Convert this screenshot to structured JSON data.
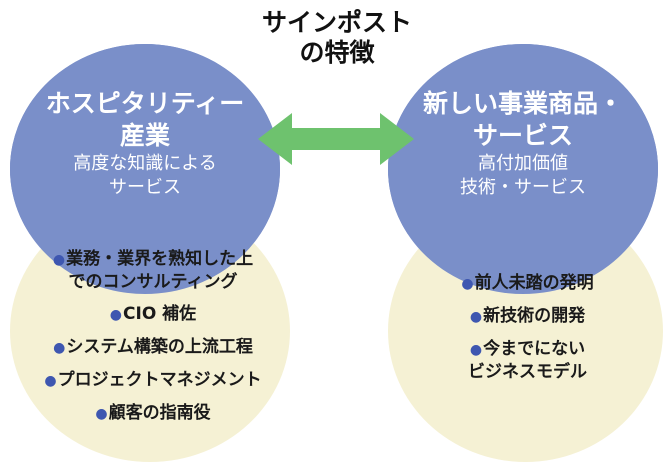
{
  "title": {
    "line1": "サインポスト",
    "line2": "の特徴"
  },
  "left": {
    "heading_line1": "ホスピタリティー",
    "heading_line2": "産業",
    "sub_line1": "高度な知識による",
    "sub_line2": "サービス",
    "items": [
      {
        "lines": [
          "業務・業界を熟知した上",
          "でのコンサルティング"
        ]
      },
      {
        "lines": [
          "CIO 補佐"
        ]
      },
      {
        "lines": [
          "システム構築の上流工程"
        ]
      },
      {
        "lines": [
          "プロジェクトマネジメント"
        ]
      },
      {
        "lines": [
          "顧客の指南役"
        ]
      }
    ]
  },
  "right": {
    "heading_line1": "新しい事業商品・",
    "heading_line2": "サービス",
    "sub_line1": "高付加価値",
    "sub_line2": "技術・サービス",
    "items": [
      {
        "lines": [
          "前人未踏の発明"
        ]
      },
      {
        "lines": [
          "新技術の開発"
        ]
      },
      {
        "lines": [
          "今までにない",
          "ビジネスモデル"
        ]
      }
    ]
  },
  "bullet_symbol": "●",
  "colors": {
    "header_circle": "#7a8fc9",
    "body_circle": "#f5f1d4",
    "arrow": "#6ec26e",
    "bullet": "#3e57b0"
  }
}
